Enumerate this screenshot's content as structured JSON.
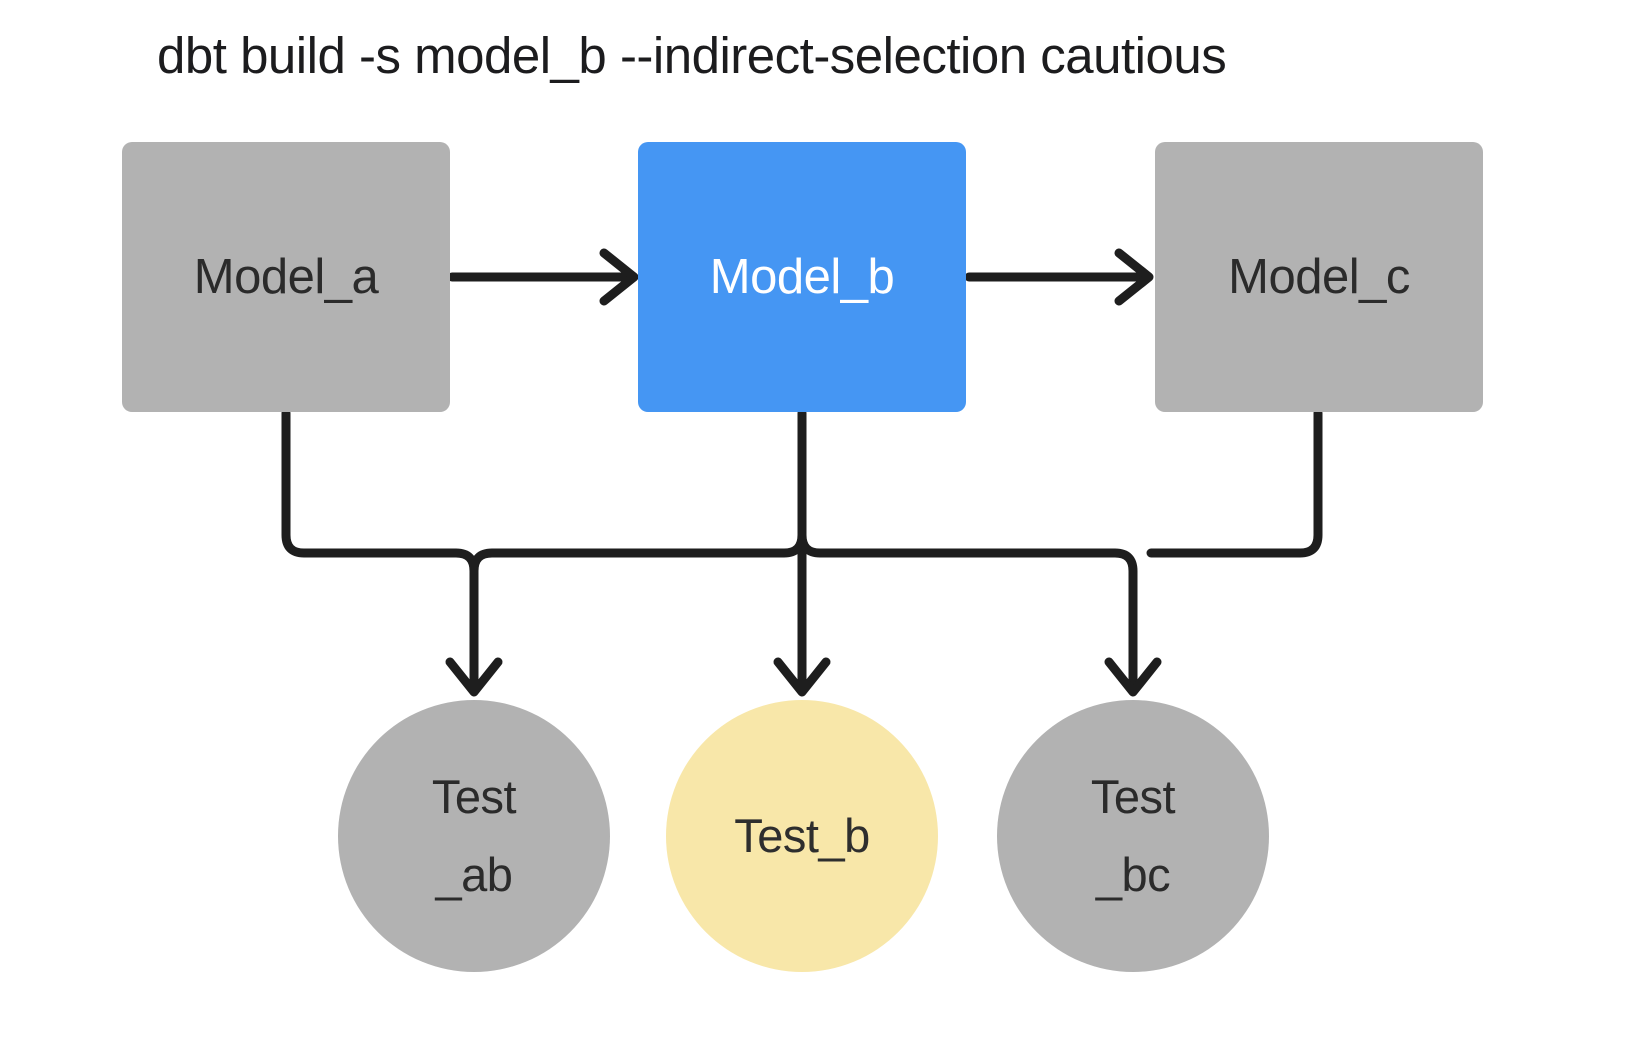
{
  "title": "dbt build -s model_b --indirect-selection cautious",
  "colors": {
    "background": "#ffffff",
    "node_unselected_gray": "#b2b2b2",
    "node_selected_blue": "#4596f3",
    "test_included_yellow": "#f8e7a9",
    "edge_line": "#1e1e1e",
    "text_dark": "#2b2b2b",
    "text_on_blue": "#ffffff",
    "title_text": "#1c1c1e"
  },
  "diagram": {
    "models": [
      {
        "id": "model_a",
        "label": "Model_a",
        "state": "unselected"
      },
      {
        "id": "model_b",
        "label": "Model_b",
        "state": "selected"
      },
      {
        "id": "model_c",
        "label": "Model_c",
        "state": "unselected"
      }
    ],
    "tests": [
      {
        "id": "test_ab",
        "label_lines": [
          "Test",
          "_ab"
        ],
        "state": "unselected"
      },
      {
        "id": "test_b",
        "label_lines": [
          "Test_b"
        ],
        "state": "included"
      },
      {
        "id": "test_bc",
        "label_lines": [
          "Test",
          "_bc"
        ],
        "state": "unselected"
      }
    ],
    "edges": [
      {
        "from": "model_a",
        "to": "model_b"
      },
      {
        "from": "model_b",
        "to": "model_c"
      },
      {
        "from": "model_a",
        "to": "test_ab"
      },
      {
        "from": "model_b",
        "to": "test_ab"
      },
      {
        "from": "model_b",
        "to": "test_b"
      },
      {
        "from": "model_b",
        "to": "test_bc"
      },
      {
        "from": "model_c",
        "to": "test_bc"
      }
    ]
  }
}
